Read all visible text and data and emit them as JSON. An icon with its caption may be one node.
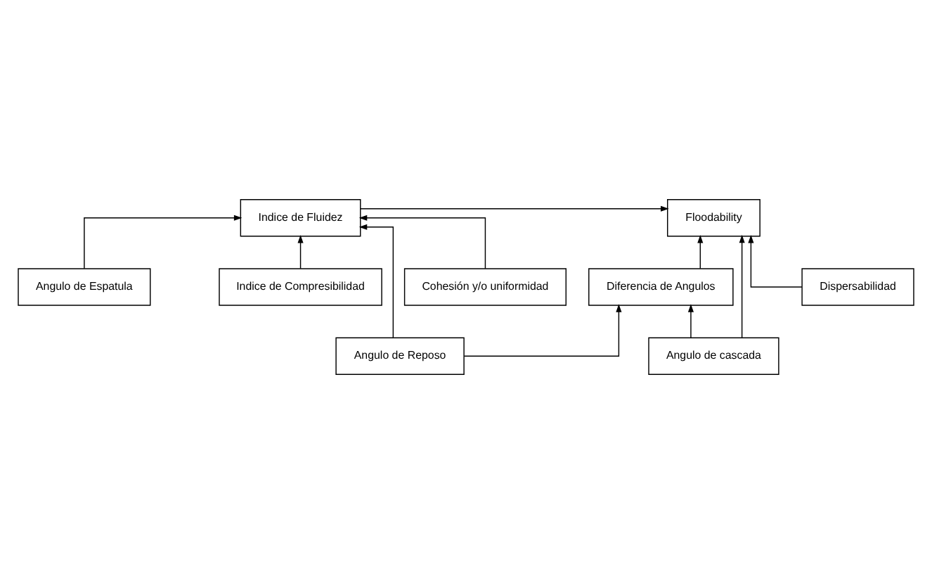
{
  "diagram": {
    "nodes": [
      {
        "text": [
          "Indice de Fluidez"
        ]
      },
      {
        "text": [
          "Floodability"
        ]
      },
      {
        "text": [
          "Angulo de Espatula"
        ]
      },
      {
        "text": [
          "Angulo de Reposo"
        ]
      },
      {
        "text": [
          "Diferencia de Angulos"
        ]
      },
      {
        "text": [
          "Angulo de cascada"
        ]
      },
      {
        "text": [
          "Dispersabilidad"
        ]
      },
      {
        "text": [
          "Indice de Compresibilidad"
        ]
      },
      {
        "text": [
          "Cohesión y/o uniformidad"
        ]
      }
    ],
    "edges": [
      {
        "from": 0,
        "to": 1,
        "arrow": "to"
      },
      {
        "from": 2,
        "to": 0,
        "arrow": "to"
      },
      {
        "from": 3,
        "to": 0,
        "arrow": "to"
      },
      {
        "from": 7,
        "to": 0,
        "arrow": "to"
      },
      {
        "from": 8,
        "to": 0,
        "arrow": "to"
      },
      {
        "from": 3,
        "to": 4,
        "arrow": "to"
      },
      {
        "from": 5,
        "to": 4,
        "arrow": "to"
      },
      {
        "from": 4,
        "to": 1,
        "arrow": "to"
      },
      {
        "from": 5,
        "to": 1,
        "arrow": "to"
      },
      {
        "from": 6,
        "to": 1,
        "arrow": "to"
      }
    ]
  }
}
